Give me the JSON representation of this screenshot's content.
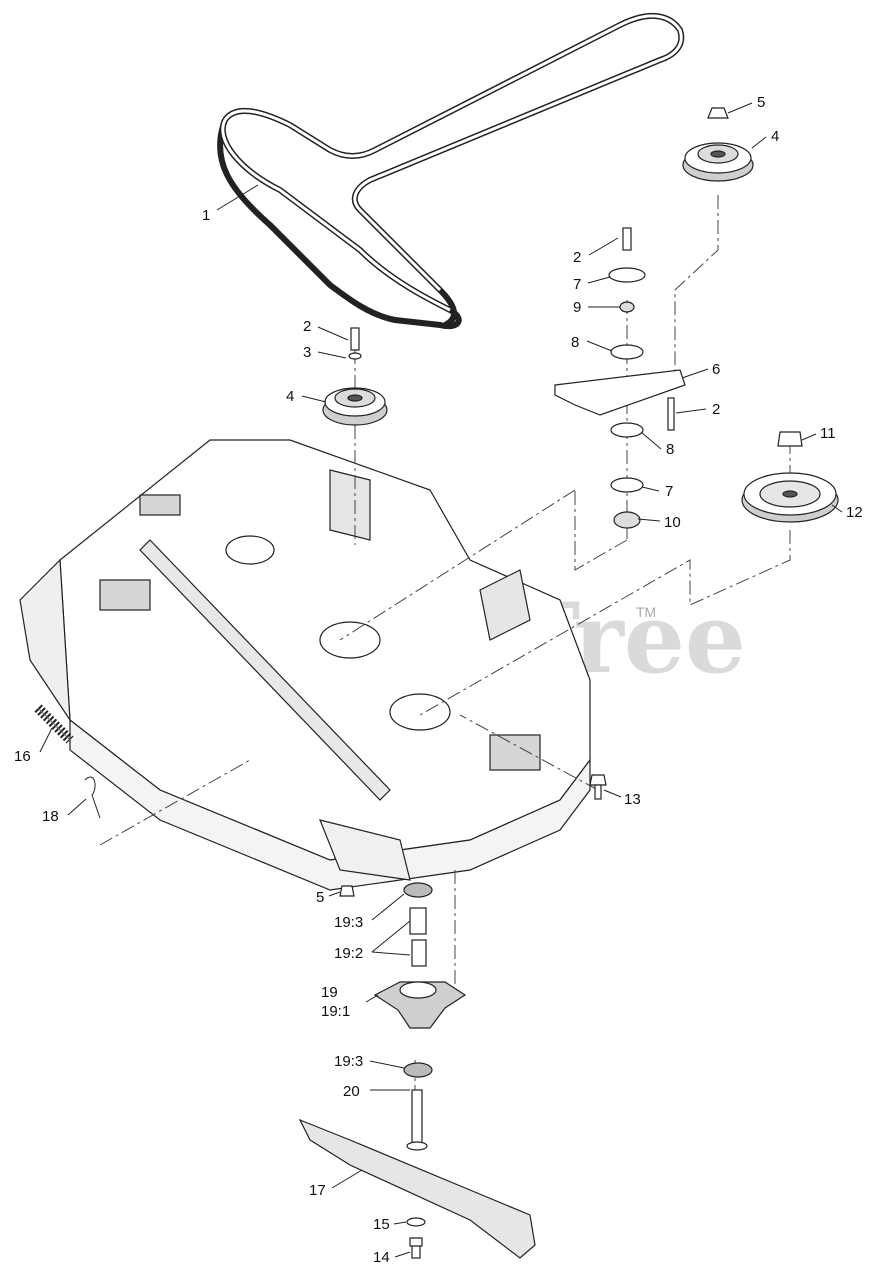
{
  "watermark": {
    "text": "PartsTree",
    "trademark": "TM"
  },
  "callouts": {
    "belt": "1",
    "bolt_left": "2",
    "washer_left": "3",
    "pulley_left": "4",
    "bolt_top": "2",
    "washer_top": "7",
    "spacer": "9",
    "washer_8_top": "8",
    "idler_arm": "6",
    "bolt_arm": "2",
    "washer_8_bottom": "8",
    "washer_7_bottom": "7",
    "washer_10": "10",
    "nut_top": "5",
    "pulley_right": "4",
    "nut_11": "11",
    "pulley_12": "12",
    "bolt_13": "13",
    "spring": "16",
    "hook": "18",
    "nut_5": "5",
    "bearing_top": "19:3",
    "bushing": "19:2",
    "spindle": "19",
    "spindle_sub": "19:1",
    "bearing_bottom": "19:3",
    "shaft": "20",
    "blade": "17",
    "washer_15": "15",
    "bolt_14": "14"
  }
}
